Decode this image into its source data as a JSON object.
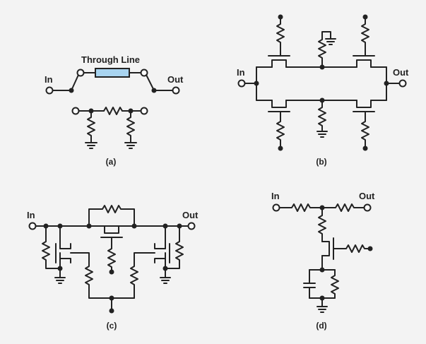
{
  "diagram": {
    "panel_a": {
      "caption": "(a)",
      "in_label": "In",
      "out_label": "Out",
      "through_label": "Through Line",
      "through_color": "#a8d4f0"
    },
    "panel_b": {
      "caption": "(b)",
      "in_label": "In",
      "out_label": "Out"
    },
    "panel_c": {
      "caption": "(c)",
      "in_label": "In",
      "out_label": "Out"
    },
    "panel_d": {
      "caption": "(d)",
      "in_label": "In",
      "out_label": "Out"
    }
  },
  "colors": {
    "background": "#f3f3f3",
    "wire": "#222222",
    "through_line_fill": "#a8d4f0"
  }
}
